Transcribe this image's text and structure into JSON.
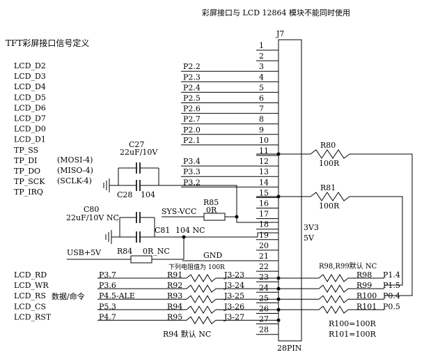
{
  "header": {
    "note": "彩屏接口与 LCD 12864 模块不能同时使用",
    "section_title": "TFT彩屏接口信号定义"
  },
  "connector": {
    "ref": "J7",
    "footprint": "28PIN",
    "pins": [
      "1",
      "2",
      "3",
      "4",
      "5",
      "6",
      "7",
      "8",
      "9",
      "10",
      "11",
      "12",
      "13",
      "14",
      "15",
      "16",
      "17",
      "18",
      "19",
      "20",
      "21",
      "22",
      "23",
      "24",
      "25",
      "26",
      "27",
      "28"
    ],
    "inner_label_1": "3V3",
    "inner_label_2": "5V"
  },
  "left_signals": [
    "LCD_D2",
    "LCD_D3",
    "LCD_D4",
    "LCD_D5",
    "LCD_D6",
    "LCD_D7",
    "LCD_D0",
    "LCD_D1",
    "TP_SS",
    "TP_DI",
    "TP_DO",
    "TP_SCK",
    "TP_IRQ"
  ],
  "spi_notes": [
    "(MOSI-4)",
    "(MISO-4)",
    "(SCLK-4)"
  ],
  "data_ports": [
    "P2.2",
    "P2.3",
    "P2.4",
    "P2.5",
    "P2.6",
    "P2.7",
    "P2.0",
    "P2.1"
  ],
  "tp_ports": [
    "P3.4",
    "P3.3",
    "P3.2"
  ],
  "capacitors": {
    "c27_ref": "C27",
    "c27_val": "22uF/10V",
    "c28_ref": "C28",
    "c28_val": "104",
    "c80_ref": "C80",
    "c80_val": "22uF/10V NC",
    "c81_ref": "C81",
    "c81_val": "104 NC"
  },
  "resistors": {
    "r85_ref": "R85",
    "r85_val": "0R",
    "r84_ref": "R84",
    "r84_val": "0R_NC",
    "r80_ref": "R80",
    "r80_val": "100R",
    "r81_ref": "R81",
    "r81_val": "100R"
  },
  "power": {
    "sys_vcc": "SYS-VCC",
    "usb": "USB+5V",
    "gnd": "GND"
  },
  "control": {
    "labels": [
      "LCD_RD",
      "LCD_WR",
      "LCD_RS",
      "LCD_CS",
      "LCD_RST"
    ],
    "rs_note": "数据/命令",
    "ports": [
      "P3.7",
      "P3.6",
      "P4.5-ALE",
      "P5.3",
      "P4.7"
    ],
    "res_left": [
      "R91",
      "R92",
      "R93",
      "R94",
      "R95"
    ],
    "jumpers": [
      "J3-23",
      "J3-24",
      "J3-25",
      "J3-26",
      "J3-27"
    ],
    "res_right": [
      "R98",
      "R99",
      "R100",
      "R101"
    ],
    "right_ports": [
      "P1.4",
      "P1.5",
      "P0.4",
      "P0.5"
    ],
    "default_note": "下列电阻值为 100R",
    "r98_note": "R98,R99默认 NC",
    "r94_note": "R94 默认 NC",
    "r100_val": "R100=100R",
    "r101_val": "R101=100R"
  }
}
